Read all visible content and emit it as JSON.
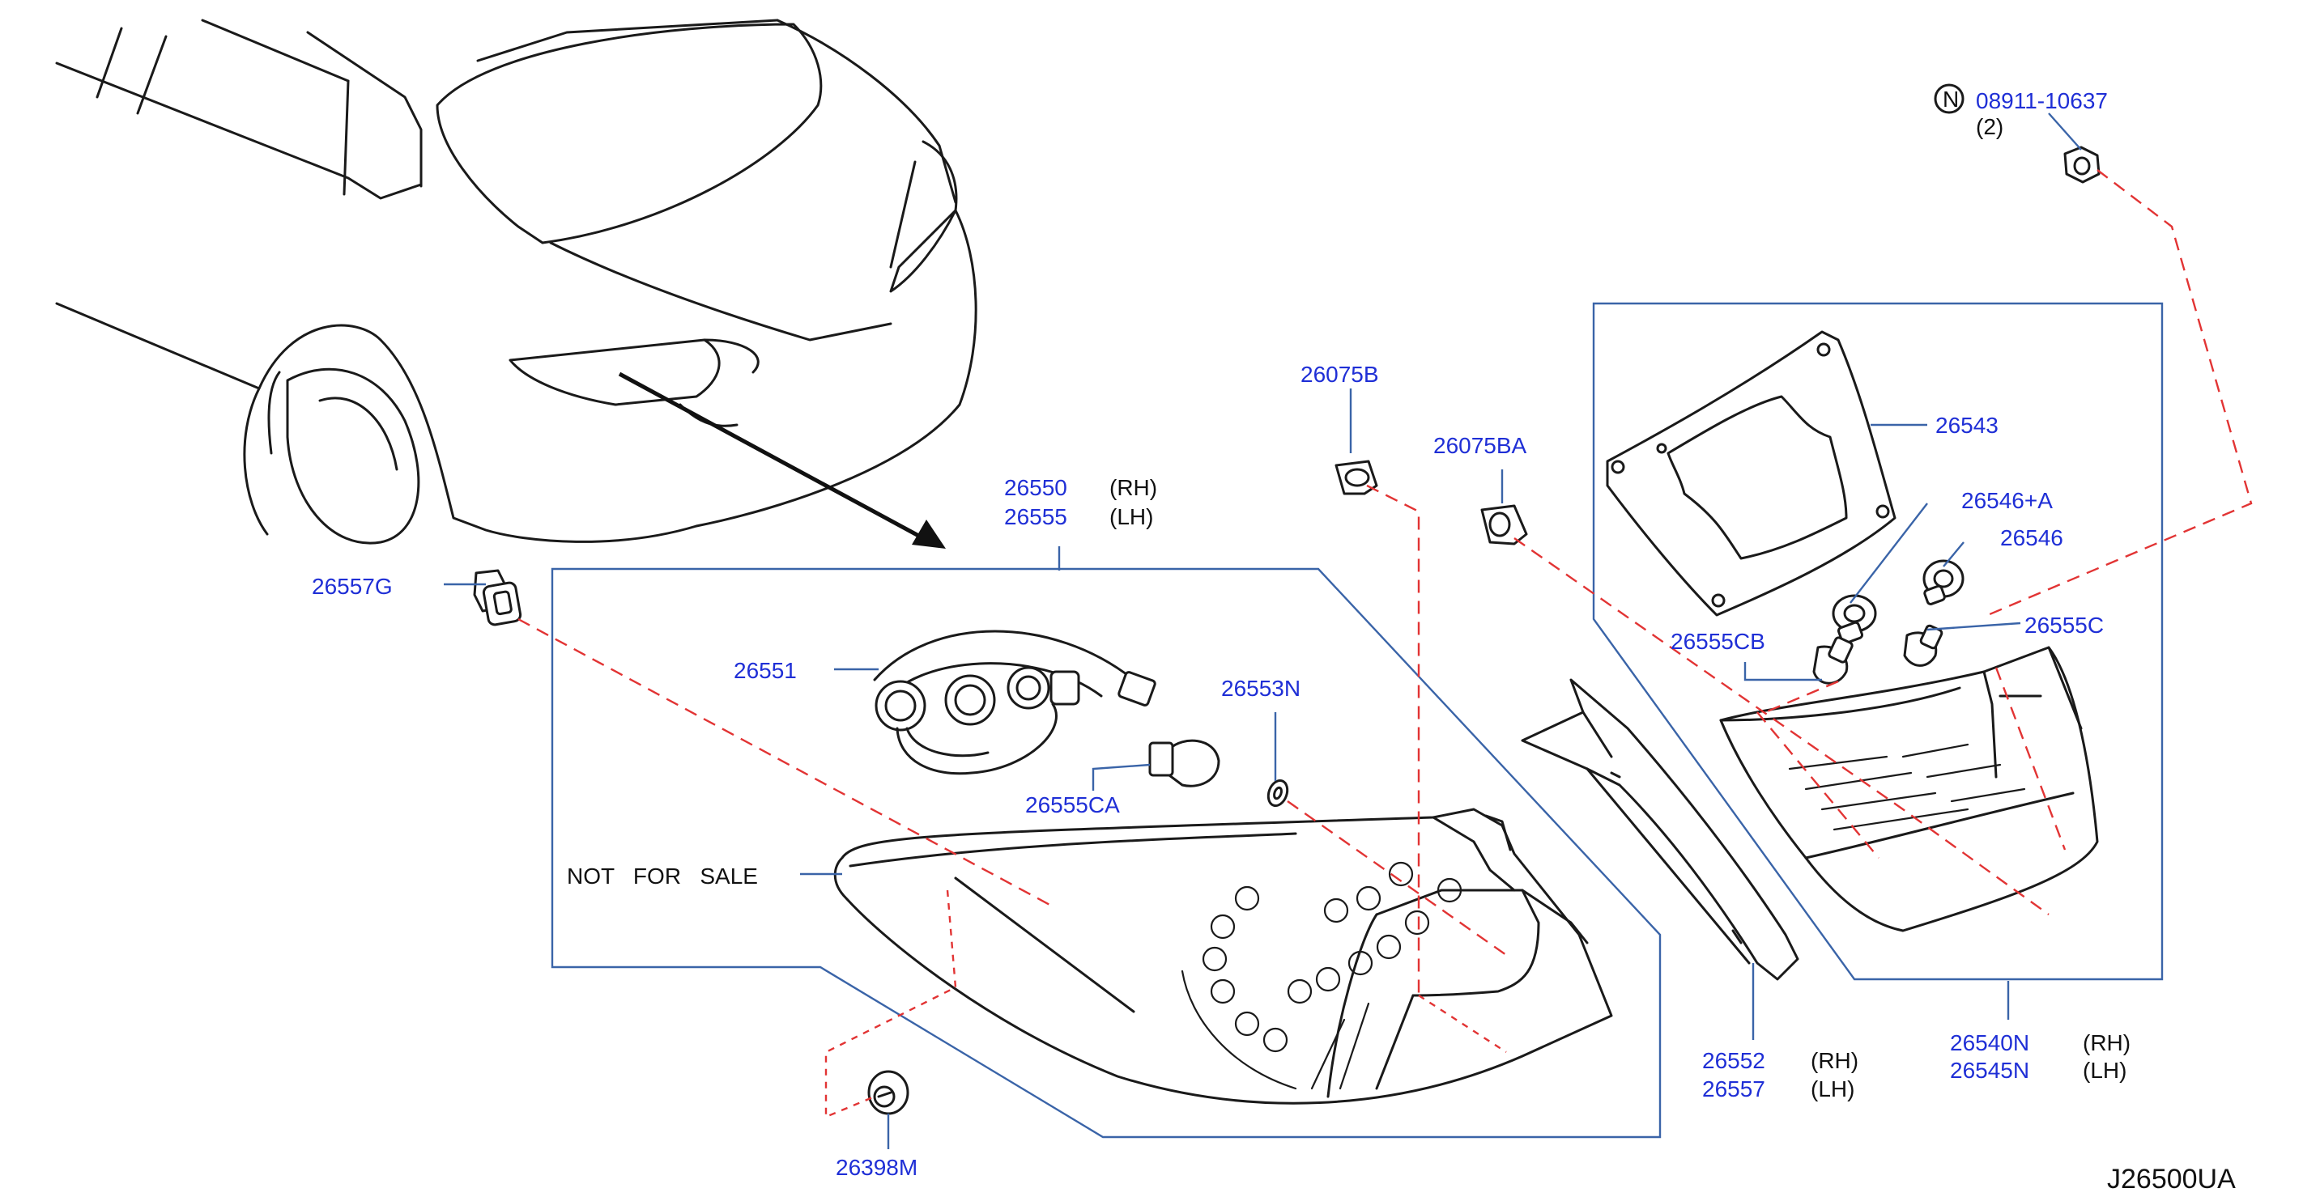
{
  "diagram_id": "J26500UA",
  "notice": "NOT   FOR   SALE",
  "colors": {
    "part_number": "#1f2fd6",
    "leader_line": "#3a64a8",
    "dashed_connector": "#e23434",
    "outline": "#1a1a1a"
  },
  "nut_callout": {
    "symbol": "N",
    "number": "08911-10637",
    "qty": "(2)"
  },
  "parts": {
    "p26075B": "26075B",
    "p26075BA": "26075BA",
    "p26543": "26543",
    "p26546A": "26546+A",
    "p26546": "26546",
    "p26555C": "26555C",
    "p26555CB": "26555CB",
    "p26557G": "26557G",
    "p26551": "26551",
    "p26553N": "26553N",
    "p26555CA": "26555CA",
    "p26398M": "26398M",
    "lamp_assy": {
      "rh": "26550",
      "lh": "26555",
      "rh_tag": "(RH)",
      "lh_tag": "(LH)"
    },
    "finisher": {
      "rh": "26552",
      "lh": "26557",
      "rh_tag": "(RH)",
      "lh_tag": "(LH)"
    },
    "inner_lamp": {
      "rh": "26540N",
      "lh": "26545N",
      "rh_tag": "(RH)",
      "lh_tag": "(LH)"
    }
  }
}
